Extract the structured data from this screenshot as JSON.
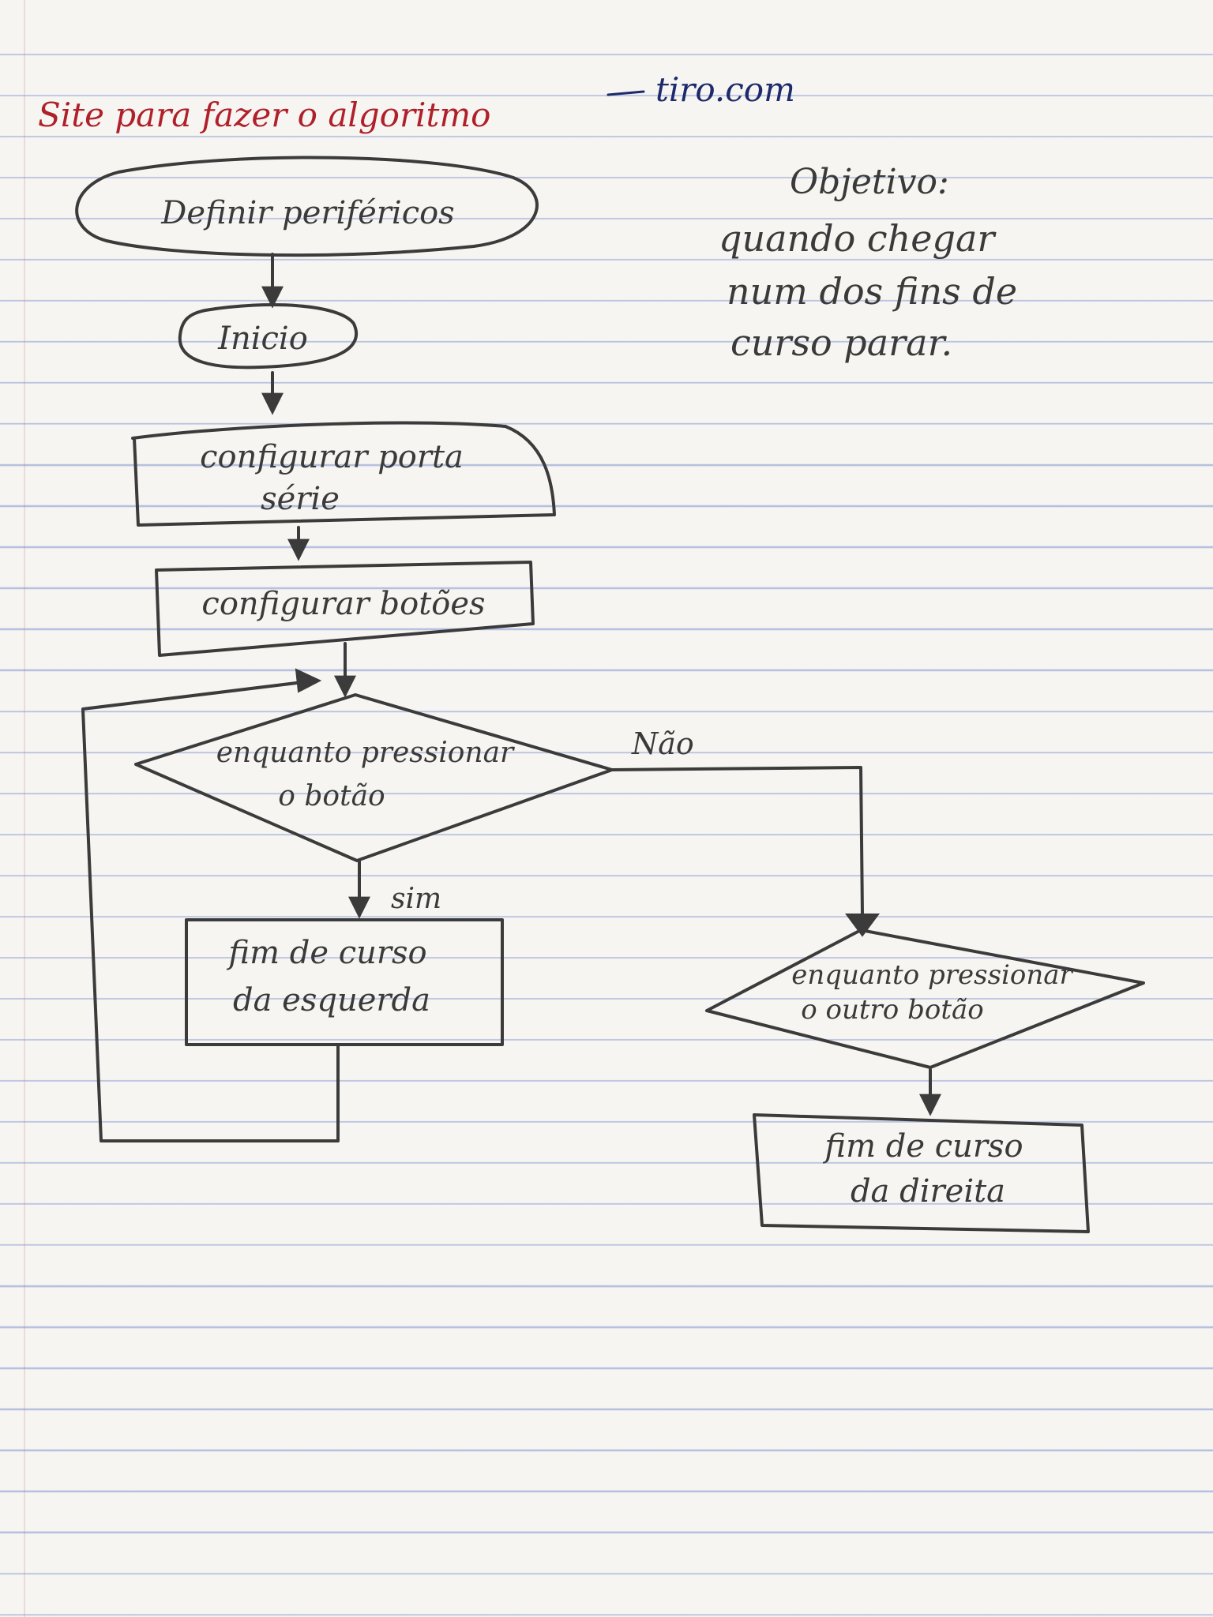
{
  "header": {
    "note_text": "Site para fazer o algoritmo",
    "link_text": "tiro.com"
  },
  "objective": {
    "title": "Objetivo:",
    "lines": [
      "quando chegar",
      "num dos fins de",
      "curso parar."
    ]
  },
  "nodes": {
    "define": "Definir periféricos",
    "start": "Inicio",
    "serial": [
      "configurar porta",
      "série"
    ],
    "buttons": "configurar botões",
    "decision1": [
      "enquanto pressionar",
      "o botão"
    ],
    "left_end": [
      "fim de curso",
      "da esquerda"
    ],
    "decision2": [
      "enquanto pressionar",
      "o outro botão"
    ],
    "right_end": [
      "fim de curso",
      "da direita"
    ]
  },
  "edges": {
    "yes_label": "sim",
    "no_label": "Não"
  },
  "colors": {
    "ink": "#3b3b3b",
    "red_ink": "#b0202a",
    "blue_ink": "#1d2a6b",
    "rule_lines": "#5f78c8"
  }
}
